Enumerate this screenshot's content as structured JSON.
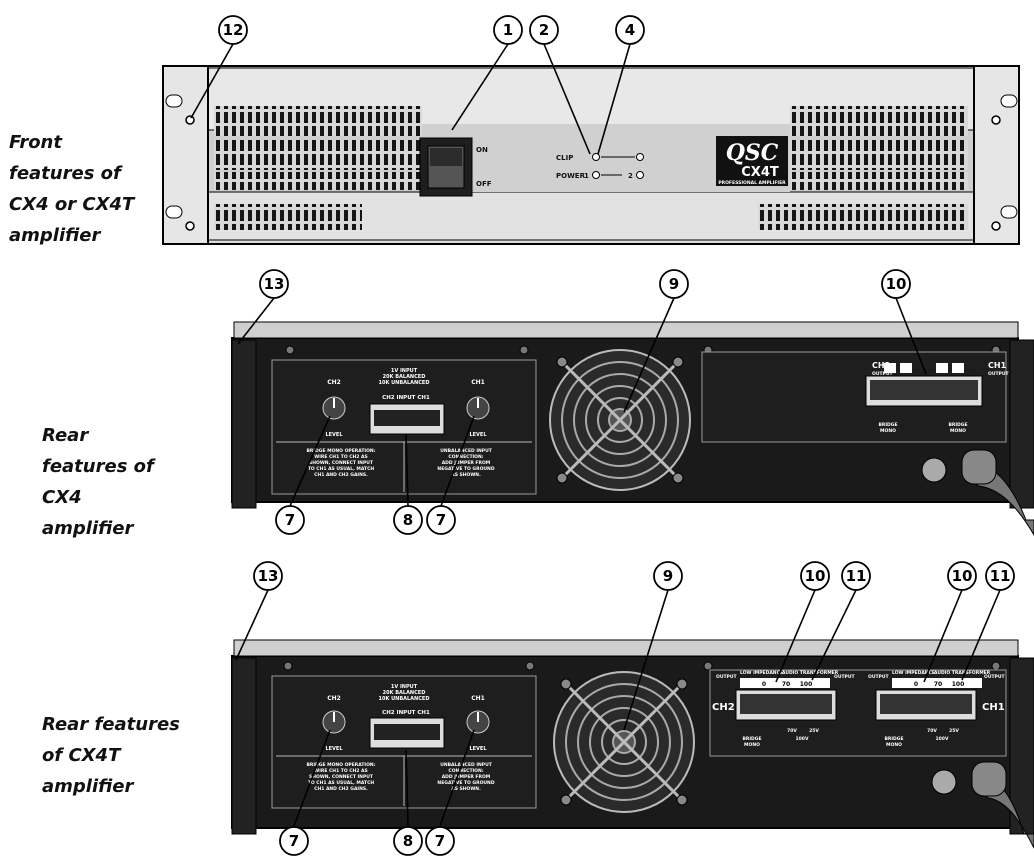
{
  "captions": {
    "front": [
      "Front",
      "features of",
      "CX4 or CX4T",
      "amplifier"
    ],
    "rear_cx4": [
      "Rear",
      "features of",
      "CX4",
      "amplifier"
    ],
    "rear_cx4t": [
      "Rear features",
      "of CX4T",
      "amplifier"
    ]
  },
  "callouts": {
    "front": [
      "12",
      "1",
      "2",
      "4"
    ],
    "rear_cx4_top": [
      "13",
      "9",
      "10"
    ],
    "rear_cx4_bottom": [
      "7",
      "8",
      "7"
    ],
    "rear_cx4t_top": [
      "13",
      "9",
      "10",
      "11",
      "10",
      "11"
    ],
    "rear_cx4t_bottom": [
      "7",
      "8",
      "7"
    ]
  },
  "front_panel": {
    "switch_on": "ON",
    "switch_off": "OFF",
    "clip": "CLIP",
    "power": "POWER",
    "ch_one": "1",
    "ch_two": "2",
    "logo": "QSC",
    "model": "CX4T",
    "subtitle": "PROFESSIONAL AMPLIFIER"
  },
  "rear_panel": {
    "input_title_1": "1V INPUT",
    "input_title_2": "20K BALANCED",
    "input_title_3": "10K UNBALANCED",
    "ch2": "CH2",
    "ch1": "CH1",
    "input_strip": "CH2  INPUT  CH1",
    "level": "LEVEL",
    "bridge_text_1": "BRIDGE MONO OPERATION:",
    "bridge_text_2": "WIRE CH1 TO CH2 AS",
    "bridge_text_3": "SHOWN, CONNECT INPUT",
    "bridge_text_4": "TO CH1 AS USUAL, MATCH",
    "bridge_text_5": "CH1 AND CH2 GAINS.",
    "unbal_text_1": "UNBALANCED INPUT",
    "unbal_text_2": "CONNECTION:",
    "unbal_text_3": "ADD JUMPER FROM",
    "unbal_text_4": "NEGATIVE TO GROUND",
    "unbal_text_5": "AS SHOWN.",
    "output": "OUTPUT",
    "bridge": "BRIDGE",
    "mono": "MONO",
    "low_impedance": "LOW IMPEDANCE",
    "audio_transformer": "AUDIO TRANSFORMER",
    "tap_0": "0",
    "tap_70": "70",
    "tap_100": "100",
    "v70": "70V",
    "v25": "25V",
    "v100": "100V"
  },
  "colors": {
    "panel": "#1b1b1b",
    "chassis": "#d4d4d4",
    "label": "#ffffff"
  }
}
